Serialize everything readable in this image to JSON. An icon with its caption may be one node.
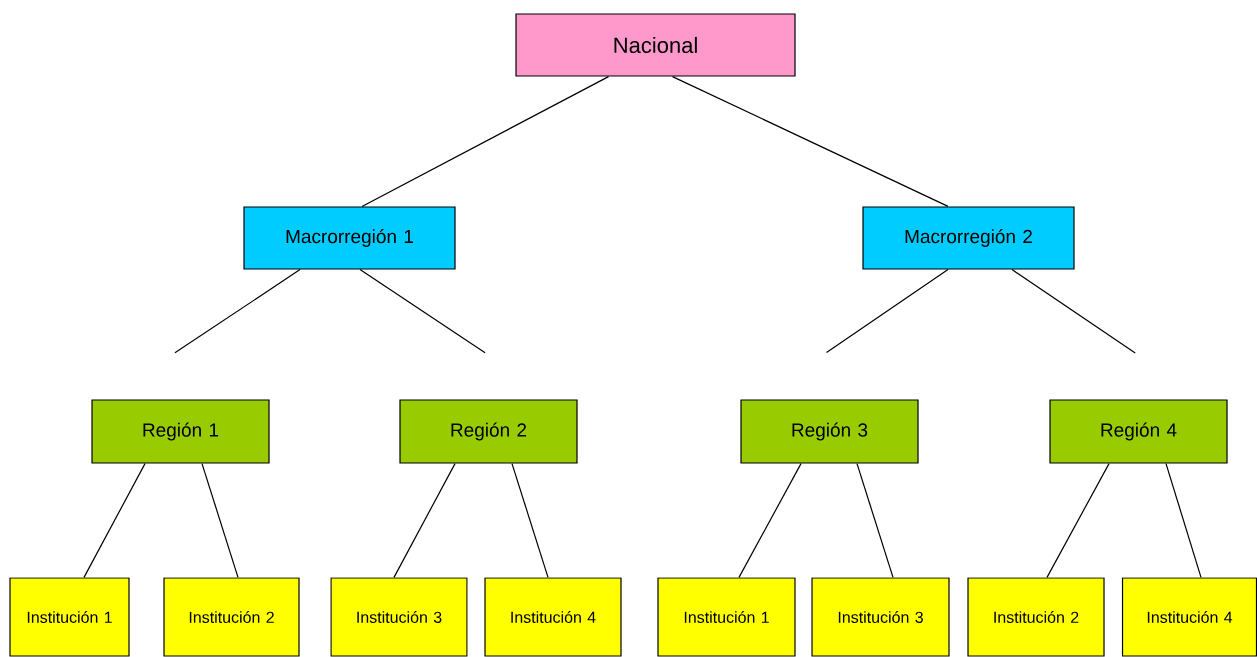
{
  "diagram": {
    "nodes": [
      {
        "text": [
          "Nacional"
        ]
      },
      {
        "text": [
          "Macrorregión 1"
        ]
      },
      {
        "text": [
          "Macrorregión 2"
        ]
      },
      {
        "text": [
          "Región 1"
        ]
      },
      {
        "text": [
          "Región 2"
        ]
      },
      {
        "text": [
          "Región 3"
        ]
      },
      {
        "text": [
          "Región 4"
        ]
      },
      {
        "text": [
          "Institución 1"
        ]
      },
      {
        "text": [
          "Institución 2"
        ]
      },
      {
        "text": [
          "Institución 3"
        ]
      },
      {
        "text": [
          "Institución 4"
        ]
      },
      {
        "text": [
          "Institución 1"
        ]
      },
      {
        "text": [
          "Institución 3"
        ]
      },
      {
        "text": [
          "Institución 2"
        ]
      },
      {
        "text": [
          "Institución 4"
        ]
      }
    ],
    "edges": [
      {
        "from": 0,
        "to": 1,
        "arrow": "none"
      },
      {
        "from": 0,
        "to": 2,
        "arrow": "none"
      },
      {
        "from": 1,
        "to": 3,
        "arrow": "none"
      },
      {
        "from": 1,
        "to": 4,
        "arrow": "none"
      },
      {
        "from": 2,
        "to": 5,
        "arrow": "none"
      },
      {
        "from": 2,
        "to": 6,
        "arrow": "none"
      },
      {
        "from": 3,
        "to": 7,
        "arrow": "none"
      },
      {
        "from": 3,
        "to": 8,
        "arrow": "none"
      },
      {
        "from": 4,
        "to": 9,
        "arrow": "none"
      },
      {
        "from": 4,
        "to": 10,
        "arrow": "none"
      },
      {
        "from": 5,
        "to": 11,
        "arrow": "none"
      },
      {
        "from": 5,
        "to": 12,
        "arrow": "none"
      },
      {
        "from": 6,
        "to": 13,
        "arrow": "none"
      },
      {
        "from": 6,
        "to": 14,
        "arrow": "none"
      }
    ]
  }
}
